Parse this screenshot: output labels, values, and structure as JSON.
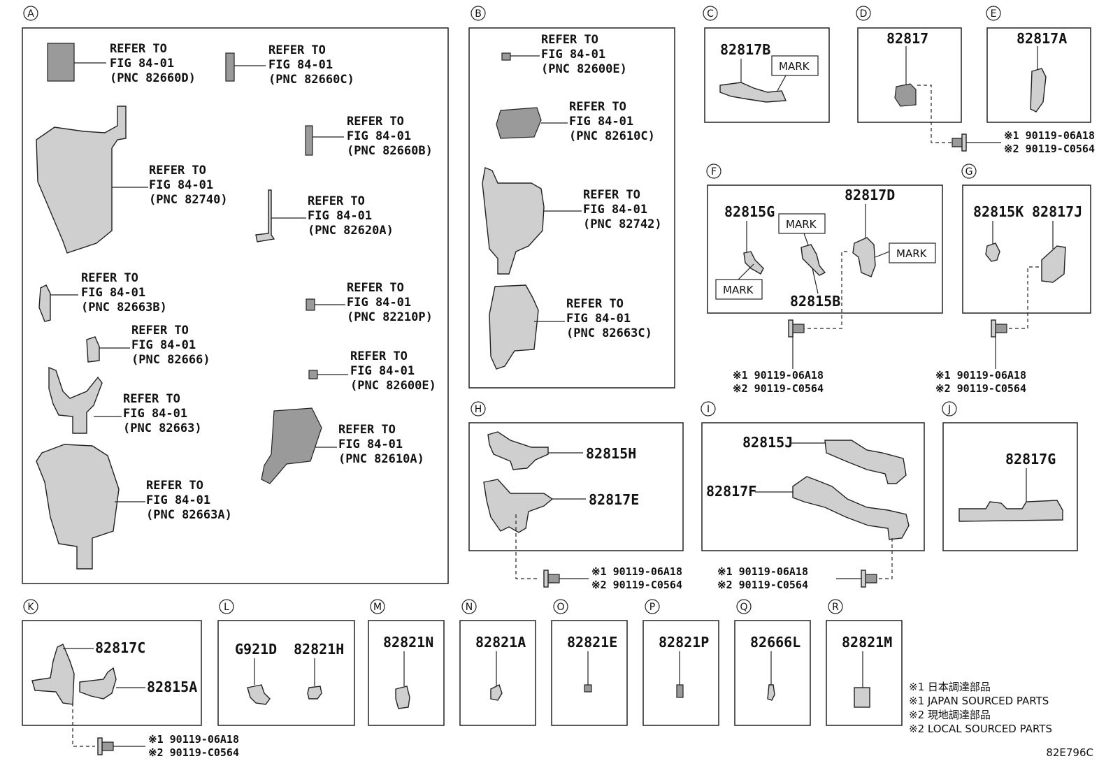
{
  "sections": [
    "A",
    "B",
    "C",
    "D",
    "E",
    "F",
    "G",
    "H",
    "I",
    "J",
    "K",
    "L",
    "M",
    "N",
    "O",
    "P",
    "Q",
    "R"
  ],
  "refer": {
    "line1": "REFER TO",
    "line2": "FIG 84-01",
    "a_pnc": [
      "(PNC 82660D)",
      "(PNC 82660C)",
      "(PNC 82660B)",
      "(PNC 82740)",
      "(PNC 82620A)",
      "(PNC 82663B)",
      "(PNC 82210P)",
      "(PNC 82666)",
      "(PNC 82600E)",
      "(PNC 82663)",
      "(PNC 82610A)",
      "(PNC 82663A)"
    ],
    "b_pnc": [
      "(PNC 82600E)",
      "(PNC 82610C)",
      "(PNC 82742)",
      "(PNC 82663C)"
    ]
  },
  "parts": {
    "c": "82817B",
    "d": "82817",
    "e": "82817A",
    "f1": "82815G",
    "f2": "82817D",
    "f3": "82815B",
    "g1": "82815K",
    "g2": "82817J",
    "h1": "82815H",
    "h2": "82817E",
    "i1": "82815J",
    "i2": "82817F",
    "j": "82817G",
    "k1": "82817C",
    "k2": "82815A",
    "l1": "G921D",
    "l2": "82821H",
    "m": "82821N",
    "n": "82821A",
    "o": "82821E",
    "p": "82821P",
    "q": "82666L",
    "r": "82821M"
  },
  "mark": "MARK",
  "bolt": {
    "j1": "※1 90119-06A18",
    "j2": "※2 90119-C0564"
  },
  "legend": [
    "※1 日本調達部品",
    "※1 JAPAN SOURCED PARTS",
    "※2 現地調達部品",
    "※2 LOCAL SOURCED PARTS"
  ],
  "diagram_code": "82E796C"
}
